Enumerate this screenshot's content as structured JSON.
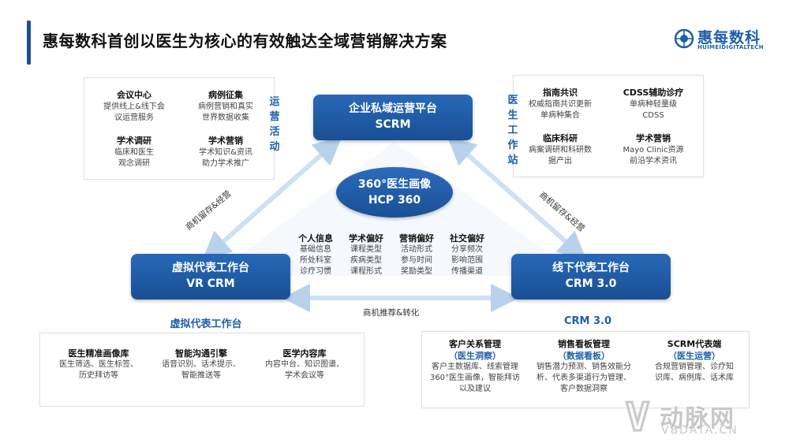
{
  "title": "惠每数科首创以医生为核心的有效触达全域营销解决方案",
  "logo": {
    "name": "惠每数科",
    "sub": "HUIMEIDIGITALTECH"
  },
  "left_panel": {
    "side_label": [
      "运",
      "营",
      "活",
      "动"
    ],
    "items": [
      {
        "h": "会议中心",
        "d1": "提供线上&线下会",
        "d2": "议运营服务"
      },
      {
        "h": "病例征集",
        "d1": "病例营销和真实",
        "d2": "世界数据收集"
      },
      {
        "h": "学术调研",
        "d1": "临床和医生",
        "d2": "观念调研"
      },
      {
        "h": "学术营销",
        "d1": "学术知识&资讯",
        "d2": "助力学术推广"
      }
    ]
  },
  "right_panel": {
    "side_label": [
      "医",
      "生",
      "工",
      "作",
      "站"
    ],
    "items": [
      {
        "h": "指南共识",
        "d1": "权威指南共识更新",
        "d2": "单病种集合"
      },
      {
        "h": "CDSS辅助诊疗",
        "d1": "单病种轻量级",
        "d2": "CDSS"
      },
      {
        "h": "临床科研",
        "d1": "病案调研和科研数",
        "d2": "据产出"
      },
      {
        "h": "学术营销",
        "d1": "Mayo Clinic资源",
        "d2": "前沿学术资讯"
      }
    ]
  },
  "nodes": {
    "top": {
      "l1": "企业私域运营平台",
      "l2": "SCRM"
    },
    "left": {
      "l1": "虚拟代表工作台",
      "l2": "VR CRM"
    },
    "right": {
      "l1": "线下代表工作台",
      "l2": "CRM 3.0"
    },
    "center": {
      "l1": "360°医生画像",
      "l2": "HCP 360"
    }
  },
  "attributes": [
    {
      "h": "个人信息",
      "d": [
        "基础信息",
        "所处科室",
        "诊疗习惯"
      ]
    },
    {
      "h": "学术偏好",
      "d": [
        "课程类型",
        "疾病类型",
        "课程形式"
      ]
    },
    {
      "h": "营销偏好",
      "d": [
        "活动形式",
        "参与时间",
        "奖励类型"
      ]
    },
    {
      "h": "社交偏好",
      "d": [
        "分享频次",
        "影响范围",
        "传播渠道"
      ]
    }
  ],
  "edges": {
    "left": "商机留存&经营",
    "right": "商机留存&经营",
    "bottom": "商机推荐&转化"
  },
  "bottom_left": {
    "title": "虚拟代表工作台",
    "items": [
      {
        "h": "医生精准画像库",
        "d1": "医生筛选、医生标签、",
        "d2": "历史拜访等"
      },
      {
        "h": "智能沟通引擎",
        "d1": "语音识别、话术提示、",
        "d2": "智能推送等"
      },
      {
        "h": "医学内容库",
        "d1": "内容中台、知识图谱、",
        "d2": "学术会议等"
      }
    ]
  },
  "bottom_right": {
    "title": "CRM 3.0",
    "items": [
      {
        "h": "客户关系管理",
        "s": "（医生洞察）",
        "d": [
          "客户主数据库、线索管理",
          "360°医生画像，智能拜访",
          "以及建议"
        ]
      },
      {
        "h": "销售看板管理",
        "s": "（数据看板）",
        "d": [
          "销售潜力预测、销售效能分",
          "析、代表多渠道行为管理、",
          "客户数据洞察"
        ]
      },
      {
        "h": "SCRM代表端",
        "s": "（医生运营）",
        "d": [
          "合规营销管理、诊疗知",
          "识库、病例库、话术库"
        ]
      }
    ]
  },
  "watermark": {
    "text": "动脉网",
    "sub": "VBDATA.CN"
  },
  "colors": {
    "primary": "#1f5fa8",
    "dark": "#1a4f95",
    "line": "#cfe0f2"
  }
}
